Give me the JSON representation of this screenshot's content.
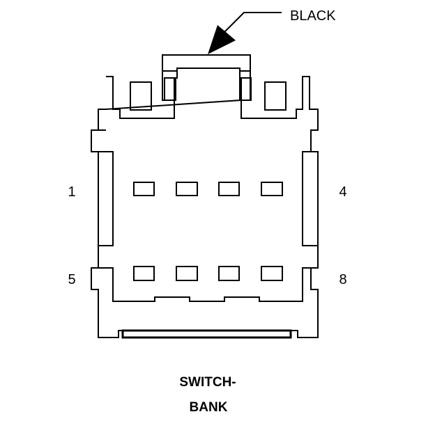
{
  "color_label": "BLACK",
  "pins": {
    "top_left": "1",
    "top_right": "4",
    "bottom_left": "5",
    "bottom_right": "8"
  },
  "caption": {
    "line1": "SWITCH-",
    "line2": "BANK"
  },
  "colors": {
    "ink": "#000000",
    "background": "#ffffff"
  }
}
